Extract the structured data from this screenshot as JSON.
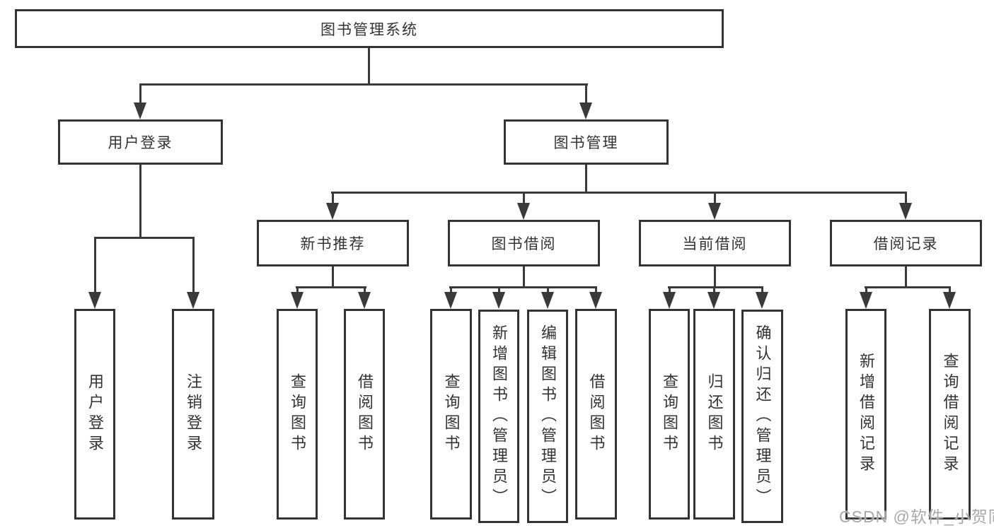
{
  "title": "图书管理系统",
  "watermark": "CSDN @软件_小贺同学",
  "colors": {
    "line": "#3a3a3a",
    "border": "#333333",
    "text": "#333333",
    "watermark": "#a9a9a9",
    "background": "#ffffff"
  },
  "nodes": {
    "root": {
      "label": "图书管理系统"
    },
    "level1": [
      {
        "label": "用户登录",
        "children": [
          "用户登录",
          "注销登录"
        ]
      },
      {
        "label": "图书管理"
      }
    ],
    "level2": [
      {
        "label": "新书推荐",
        "children": [
          "查询图书",
          "借阅图书"
        ]
      },
      {
        "label": "图书借阅",
        "children": [
          "查询图书",
          "新增图书（管理员）",
          "编辑图书（管理员）",
          "借阅图书"
        ]
      },
      {
        "label": "当前借阅",
        "children": [
          "查询图书",
          "归还图书",
          "确认归还（管理员）"
        ]
      },
      {
        "label": "借阅记录",
        "children": [
          "新增借阅记录",
          "查询借阅记录"
        ]
      }
    ]
  }
}
